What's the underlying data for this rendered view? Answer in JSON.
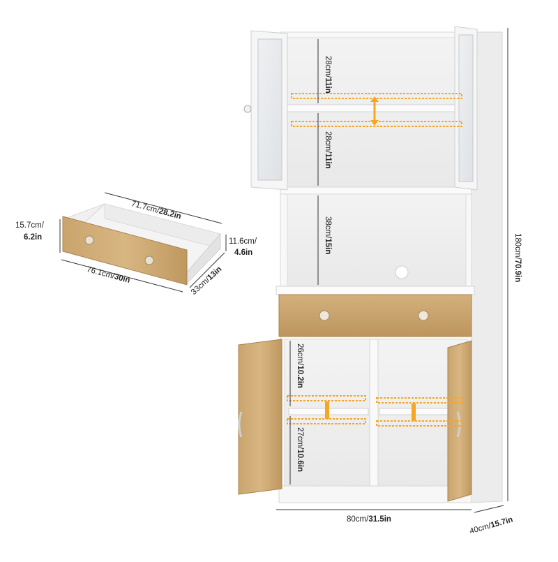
{
  "drawer": {
    "width_label_cm": "71.7cm/",
    "width_label_in": "28.2in",
    "front_width_cm": "76.1cm/",
    "front_width_in": "30in",
    "depth_cm": "33cm/",
    "depth_in": "13in",
    "front_height_cm": "15.7cm/",
    "front_height_in": "6.2in",
    "inner_height_cm": "11.6cm/",
    "inner_height_in": "4.6in"
  },
  "cabinet": {
    "top_shelf_1_cm": "28cm/",
    "top_shelf_1_in": "11in",
    "top_shelf_2_cm": "28cm/",
    "top_shelf_2_in": "11in",
    "open_shelf_cm": "38cm/",
    "open_shelf_in": "15in",
    "bottom_upper_cm": "26cm/",
    "bottom_upper_in": "10.2in",
    "bottom_lower_cm": "27cm/",
    "bottom_lower_in": "10.6in",
    "total_height_cm": "180cm/",
    "total_height_in": "70.9in",
    "width_cm": "80cm/",
    "width_in": "31.5in",
    "depth_cm": "40cm/",
    "depth_in": "15.7in"
  },
  "colors": {
    "white_body": "#f7f7f7",
    "panel_edge": "#d9d9d9",
    "oak": "#c8a26a",
    "oak_dark": "#a8834d",
    "accent_orange": "#f5a623",
    "glass": "#e6e8ea"
  }
}
